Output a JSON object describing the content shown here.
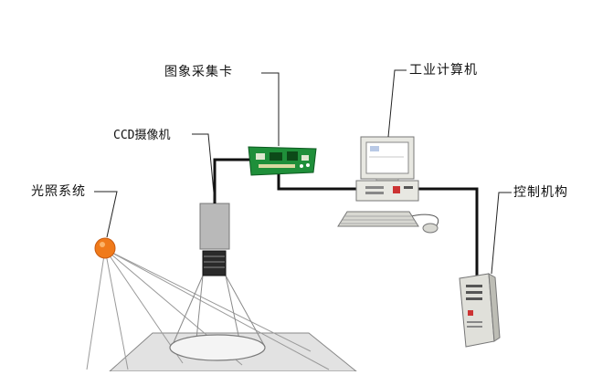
{
  "labels": {
    "frame_grabber": "图象采集卡",
    "industrial_pc": "工业计算机",
    "ccd_camera": "CCD摄像机",
    "lighting": "光照系统",
    "control": "控制机构"
  },
  "colors": {
    "card_green": "#1f8f3a",
    "lamp_orange": "#f07a1a",
    "cable": "#111111",
    "computer_beige": "#e8e8e2"
  }
}
